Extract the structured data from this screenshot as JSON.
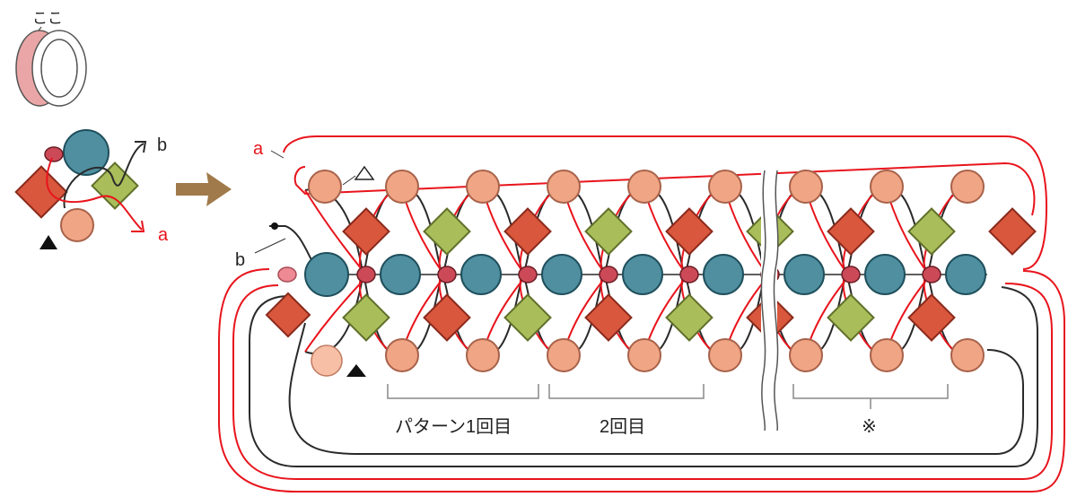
{
  "labels": {
    "koko": "ここ",
    "thread_b": "b",
    "thread_a": "a",
    "pattern_1": "パターン1回目",
    "pattern_2": "2回目",
    "repeat_mark": "※"
  },
  "colors": {
    "red_thread": "#e8141c",
    "black_thread": "#2a2a2a",
    "peach_bead": "#f0a585",
    "peach_bead_stroke": "#a8624a",
    "teal_bead": "#4f8fa0",
    "teal_bead_stroke": "#1f4f5c",
    "red_diamond": "#d9573d",
    "red_diamond_stroke": "#8a2a1c",
    "green_diamond": "#a9be5a",
    "green_diamond_stroke": "#60702a",
    "small_bead": "#cc4a58",
    "small_bead_stroke": "#6a1c24",
    "bracket": "#888888",
    "arrow": "#a07a4a",
    "ring_pink": "#eaa6a6"
  },
  "icons": {
    "arrow": "right-arrow-icon",
    "triangle_open": "open-triangle-icon",
    "triangle_filled": "filled-triangle-icon",
    "ring": "ring-icon"
  }
}
